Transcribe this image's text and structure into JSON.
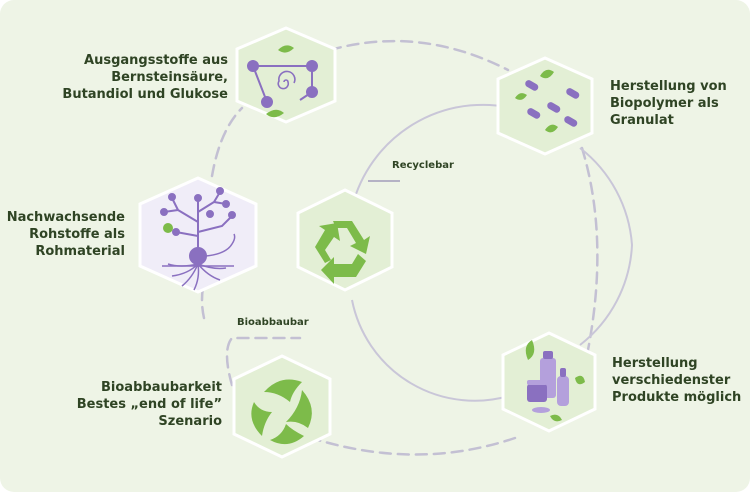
{
  "nodes": {
    "raw_materials": "Nachwachsende\nRohstoffe als\nRohmaterial",
    "starting_materials": "Ausgangsstoffe aus\nBernsteinsäure,\nButandiol und Glukose",
    "granulate": "Herstellung von\nBiopolymer als\nGranulat",
    "products": "Herstellung\nverschiedenster\nProdukte möglich",
    "biodegradability": "Bioabbaubarkeit\nBestes „end of life”\nSzenario"
  },
  "edge_labels": {
    "recyclable": "Recyclebar",
    "biodegradable": "Bioabbaubar"
  },
  "colors": {
    "background": "#eef4e6",
    "hex_fill": "#e3efd5",
    "hex_fill_tree": "#f0edf8",
    "leaf_green": "#7dbb4a",
    "purple": "#8a70c0",
    "text": "#2f4424",
    "dash": "#c3c0d3",
    "solid_circle": "#c9c6d8"
  },
  "icons": [
    "molecule-icon",
    "granulate-icon",
    "tree-roots-icon",
    "recycle-icon",
    "products-icon",
    "biodegrade-icon"
  ]
}
